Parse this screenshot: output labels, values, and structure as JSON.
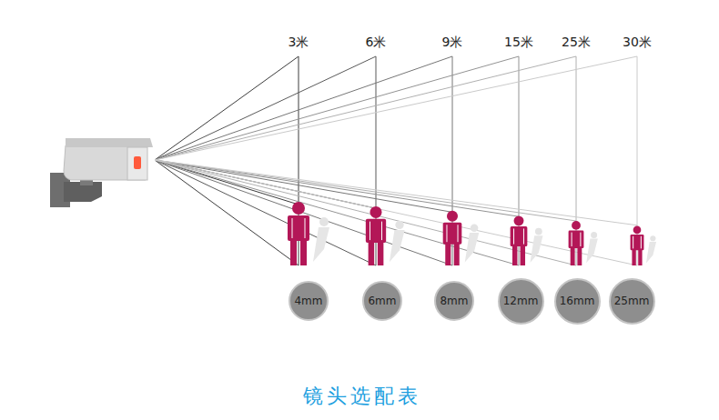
{
  "diagram": {
    "title": "镜头选配表",
    "nodes": [
      {
        "text": [
          "4mm"
        ]
      },
      {
        "text": [
          "6mm"
        ]
      },
      {
        "text": [
          "8mm"
        ]
      },
      {
        "text": [
          "12mm"
        ]
      },
      {
        "text": [
          "16mm"
        ]
      },
      {
        "text": [
          "25mm"
        ]
      }
    ],
    "labels": [
      "3米",
      "6米",
      "9米",
      "15米",
      "25米",
      "30米"
    ]
  }
}
